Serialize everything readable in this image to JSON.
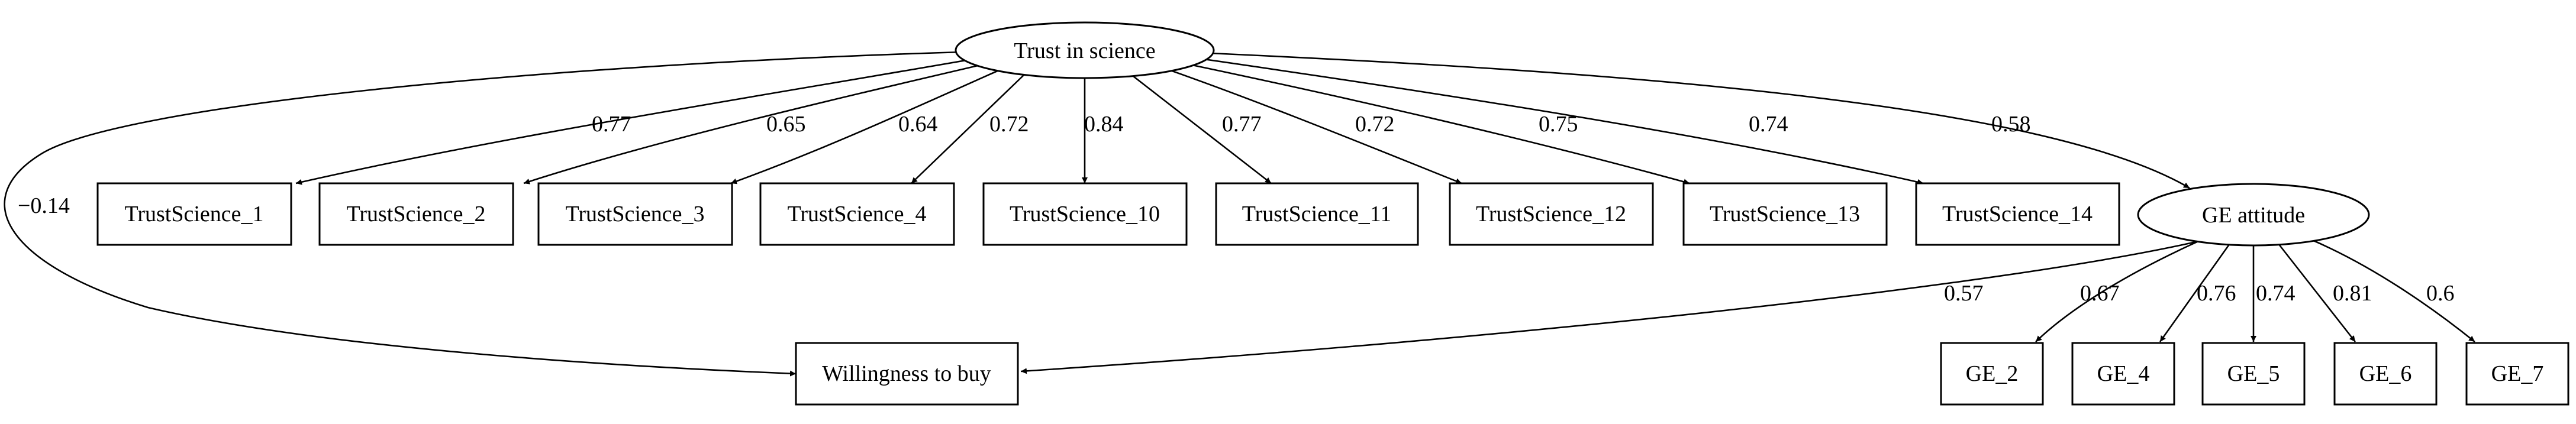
{
  "diagram": {
    "nodes": {
      "trust": {
        "label": "Trust in science",
        "shape": "ellipse"
      },
      "ge": {
        "label": "GE attitude",
        "shape": "ellipse"
      },
      "wtb": {
        "label": "Willingness to buy",
        "shape": "box"
      },
      "ts1": {
        "label": "TrustScience_1",
        "shape": "box"
      },
      "ts2": {
        "label": "TrustScience_2",
        "shape": "box"
      },
      "ts3": {
        "label": "TrustScience_3",
        "shape": "box"
      },
      "ts4": {
        "label": "TrustScience_4",
        "shape": "box"
      },
      "ts10": {
        "label": "TrustScience_10",
        "shape": "box"
      },
      "ts11": {
        "label": "TrustScience_11",
        "shape": "box"
      },
      "ts12": {
        "label": "TrustScience_12",
        "shape": "box"
      },
      "ts13": {
        "label": "TrustScience_13",
        "shape": "box"
      },
      "ts14": {
        "label": "TrustScience_14",
        "shape": "box"
      },
      "ge2": {
        "label": "GE_2",
        "shape": "box"
      },
      "ge4": {
        "label": "GE_4",
        "shape": "box"
      },
      "ge5": {
        "label": "GE_5",
        "shape": "box"
      },
      "ge6": {
        "label": "GE_6",
        "shape": "box"
      },
      "ge7": {
        "label": "GE_7",
        "shape": "box"
      }
    },
    "edges": {
      "trust_ts1": {
        "from": "Trust in science",
        "to": "TrustScience_1",
        "label": "0.77"
      },
      "trust_ts2": {
        "from": "Trust in science",
        "to": "TrustScience_2",
        "label": "0.65"
      },
      "trust_ts3": {
        "from": "Trust in science",
        "to": "TrustScience_3",
        "label": "0.64"
      },
      "trust_ts4": {
        "from": "Trust in science",
        "to": "TrustScience_4",
        "label": "0.72"
      },
      "trust_ts10": {
        "from": "Trust in science",
        "to": "TrustScience_10",
        "label": "0.84"
      },
      "trust_ts11": {
        "from": "Trust in science",
        "to": "TrustScience_11",
        "label": "0.77"
      },
      "trust_ts12": {
        "from": "Trust in science",
        "to": "TrustScience_12",
        "label": "0.72"
      },
      "trust_ts13": {
        "from": "Trust in science",
        "to": "TrustScience_13",
        "label": "0.75"
      },
      "trust_ts14": {
        "from": "Trust in science",
        "to": "TrustScience_14",
        "label": "0.74"
      },
      "trust_ge": {
        "from": "Trust in science",
        "to": "GE attitude",
        "label": "0.58"
      },
      "trust_wtb": {
        "from": "Trust in science",
        "to": "Willingness to buy",
        "label": "−0.14"
      },
      "ge_wtb": {
        "from": "GE attitude",
        "to": "Willingness to buy",
        "label": "0.57"
      },
      "ge_ge2": {
        "from": "GE attitude",
        "to": "GE_2",
        "label": "0.67"
      },
      "ge_ge4": {
        "from": "GE attitude",
        "to": "GE_4",
        "label": "0.76"
      },
      "ge_ge5": {
        "from": "GE attitude",
        "to": "GE_5",
        "label": "0.74"
      },
      "ge_ge6": {
        "from": "GE attitude",
        "to": "GE_6",
        "label": "0.81"
      },
      "ge_ge7": {
        "from": "GE attitude",
        "to": "GE_7",
        "label": "0.6"
      }
    }
  }
}
